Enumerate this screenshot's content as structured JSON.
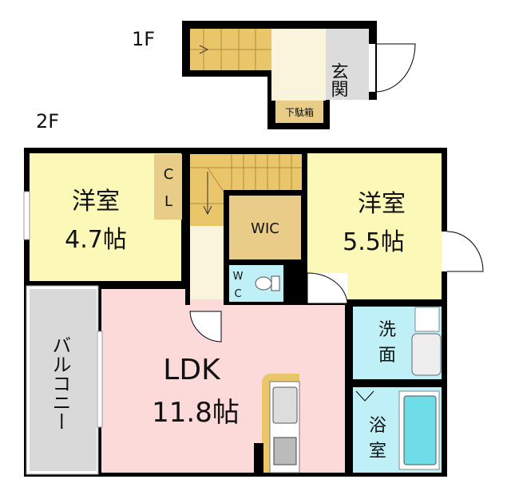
{
  "floors": {
    "first": {
      "label": "1F",
      "rooms": {
        "entrance": "玄関",
        "shoe_box": "下駄箱"
      }
    },
    "second": {
      "label": "2F",
      "rooms": {
        "western_room_1": {
          "name": "洋室",
          "size": "4.7帖"
        },
        "western_room_2": {
          "name": "洋室",
          "size": "5.5帖"
        },
        "closet": [
          "C",
          "L"
        ],
        "wic": "WIC",
        "wc": [
          "W",
          "C"
        ],
        "ldk": {
          "name": "LDK",
          "size": "11.8帖"
        },
        "washroom": [
          "洗",
          "面"
        ],
        "bathroom": [
          "浴",
          "室"
        ],
        "balcony": "バルコニー"
      }
    }
  },
  "colors": {
    "wall": "#000000",
    "western_room": "#fcf9b8",
    "storage": "#e8cc88",
    "stairs": "#e9c66a",
    "hall": "#fbf4dc",
    "ldk": "#fcdada",
    "wet_area": "#bff0f8",
    "balcony": "#d9d9d9",
    "entrance": "#dcdcdc"
  }
}
